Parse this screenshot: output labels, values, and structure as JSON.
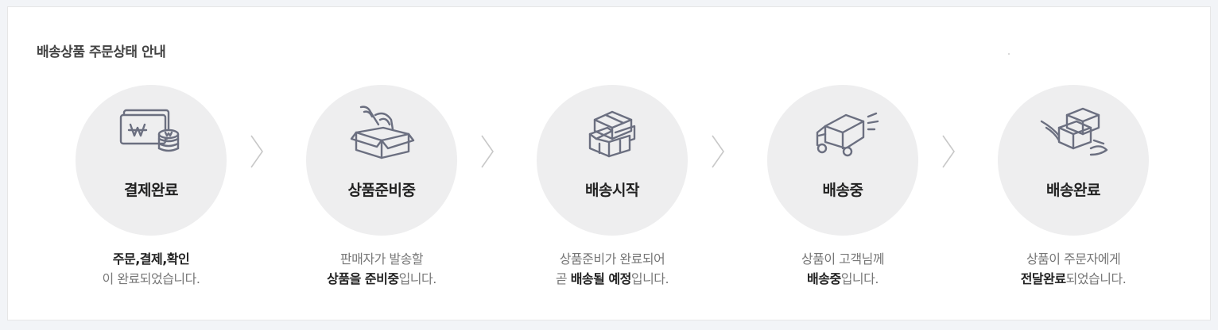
{
  "section": {
    "title": "배송상품 주문상태 안내"
  },
  "steps": [
    {
      "label": "결제완료",
      "icon": "payment-card-coins-icon",
      "desc": {
        "line1": [
          {
            "t": "주문,결제,확인",
            "b": true
          }
        ],
        "line2": [
          {
            "t": "이 완료되었습니다.",
            "b": false
          }
        ]
      }
    },
    {
      "label": "상품준비중",
      "icon": "product-box-preparing-icon",
      "desc": {
        "line1": [
          {
            "t": "판매자가 발송할",
            "b": false
          }
        ],
        "line2": [
          {
            "t": "상품을 준비중",
            "b": true
          },
          {
            "t": "입니다.",
            "b": false
          }
        ]
      }
    },
    {
      "label": "배송시작",
      "icon": "packed-boxes-icon",
      "desc": {
        "line1": [
          {
            "t": "상품준비가 완료되어",
            "b": false
          }
        ],
        "line2": [
          {
            "t": "곧 ",
            "b": false
          },
          {
            "t": "배송될 예정",
            "b": true
          },
          {
            "t": "입니다.",
            "b": false
          }
        ]
      }
    },
    {
      "label": "배송중",
      "icon": "delivery-truck-icon",
      "desc": {
        "line1": [
          {
            "t": "상품이 고객님께",
            "b": false
          }
        ],
        "line2": [
          {
            "t": "배송중",
            "b": true
          },
          {
            "t": "입니다.",
            "b": false
          }
        ]
      }
    },
    {
      "label": "배송완료",
      "icon": "box-handoff-icon",
      "desc": {
        "line1": [
          {
            "t": "상품이 주문자에게",
            "b": false
          }
        ],
        "line2": [
          {
            "t": "전달완료",
            "b": true
          },
          {
            "t": "되었습니다.",
            "b": false
          }
        ]
      }
    }
  ],
  "colors": {
    "circle": "#eeeeef",
    "icon_stroke": "#6b6f80",
    "bold_text": "#222222",
    "normal_text": "#777777",
    "chevron": "#c8c8c8"
  }
}
